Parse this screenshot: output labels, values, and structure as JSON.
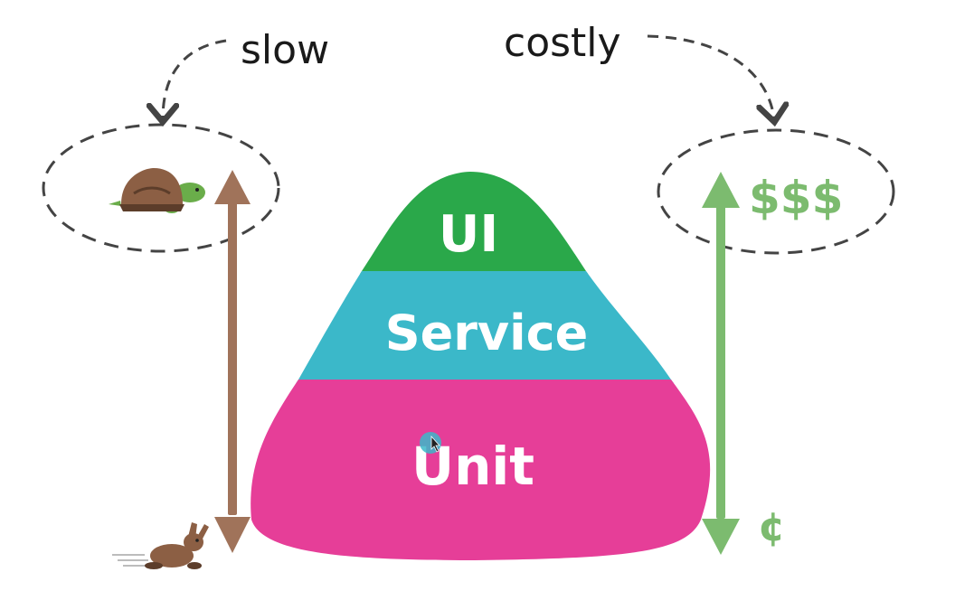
{
  "annotations": {
    "slow": "slow",
    "costly": "costly"
  },
  "pyramid": {
    "layers": [
      {
        "label": "UI",
        "color": "#2aa84a"
      },
      {
        "label": "Service",
        "color": "#3bb8c9"
      },
      {
        "label": "Unit",
        "color": "#e63e98"
      }
    ]
  },
  "cost_scale": {
    "high": "$$$",
    "low": "¢",
    "color": "#7cbb6f"
  },
  "speed_scale": {
    "slow_icon": "turtle-icon",
    "fast_icon": "rabbit-icon",
    "arrow_color": "#a0735a"
  },
  "cursor": {
    "icon": "mouse-cursor-icon",
    "highlight_color": "#3bb8c9"
  }
}
